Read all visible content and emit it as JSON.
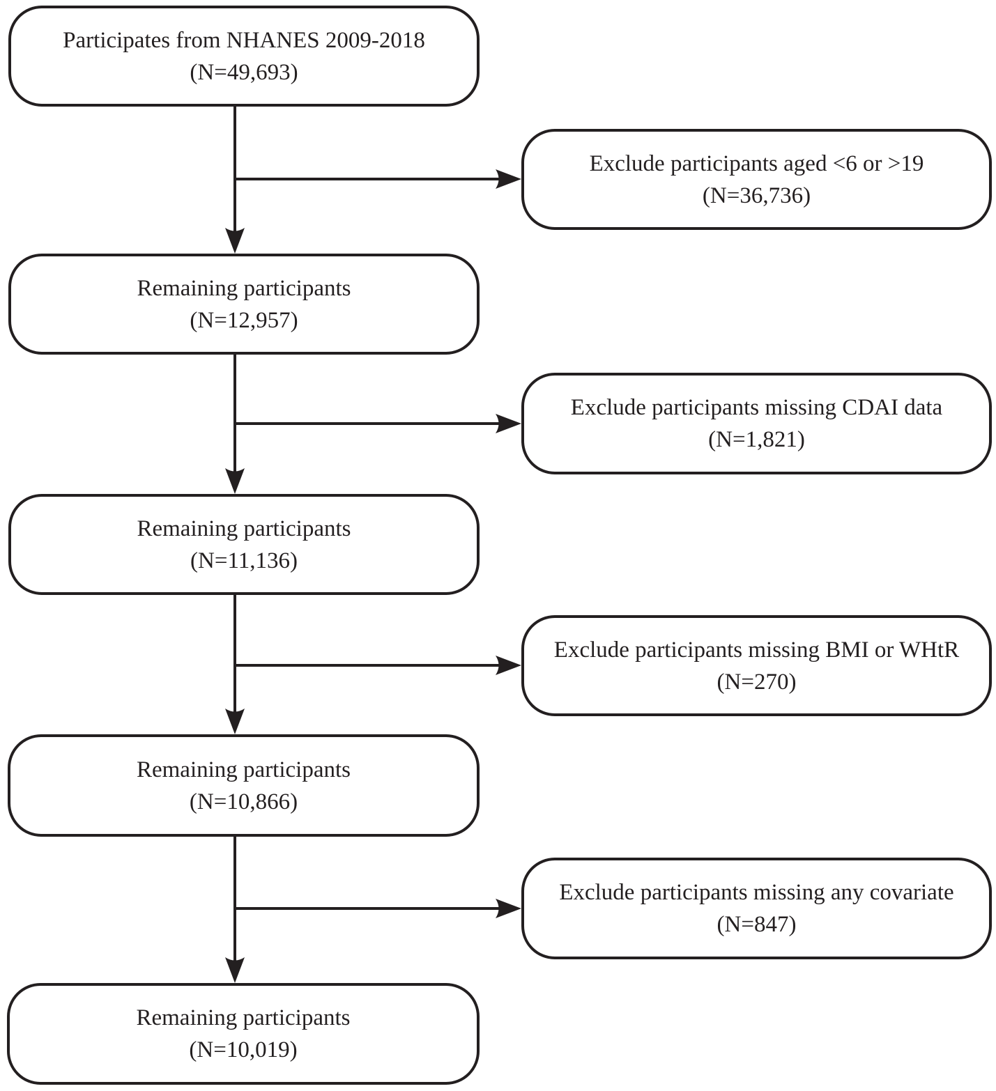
{
  "figure": {
    "kind": "participant-flow-diagram",
    "colors": {
      "ink": "#231f20",
      "background": "#ffffff"
    }
  },
  "flowchart": {
    "main_boxes": [
      {
        "label": "Participates from NHANES 2009-2018",
        "count": "(N=49,693)"
      },
      {
        "label": "Remaining participants",
        "count": "(N=12,957)"
      },
      {
        "label": "Remaining participants",
        "count": "(N=11,136)"
      },
      {
        "label": "Remaining participants",
        "count": "(N=10,866)"
      },
      {
        "label": "Remaining participants",
        "count": "(N=10,019)"
      }
    ],
    "exclusion_boxes": [
      {
        "label": "Exclude participants aged <6 or >19",
        "count": "(N=36,736)"
      },
      {
        "label": "Exclude participants missing CDAI data",
        "count": "(N=1,821)"
      },
      {
        "label": "Exclude participants missing BMI or WHtR",
        "count": "(N=270)"
      },
      {
        "label": "Exclude participants missing any covariate",
        "count": "(N=847)"
      }
    ]
  }
}
